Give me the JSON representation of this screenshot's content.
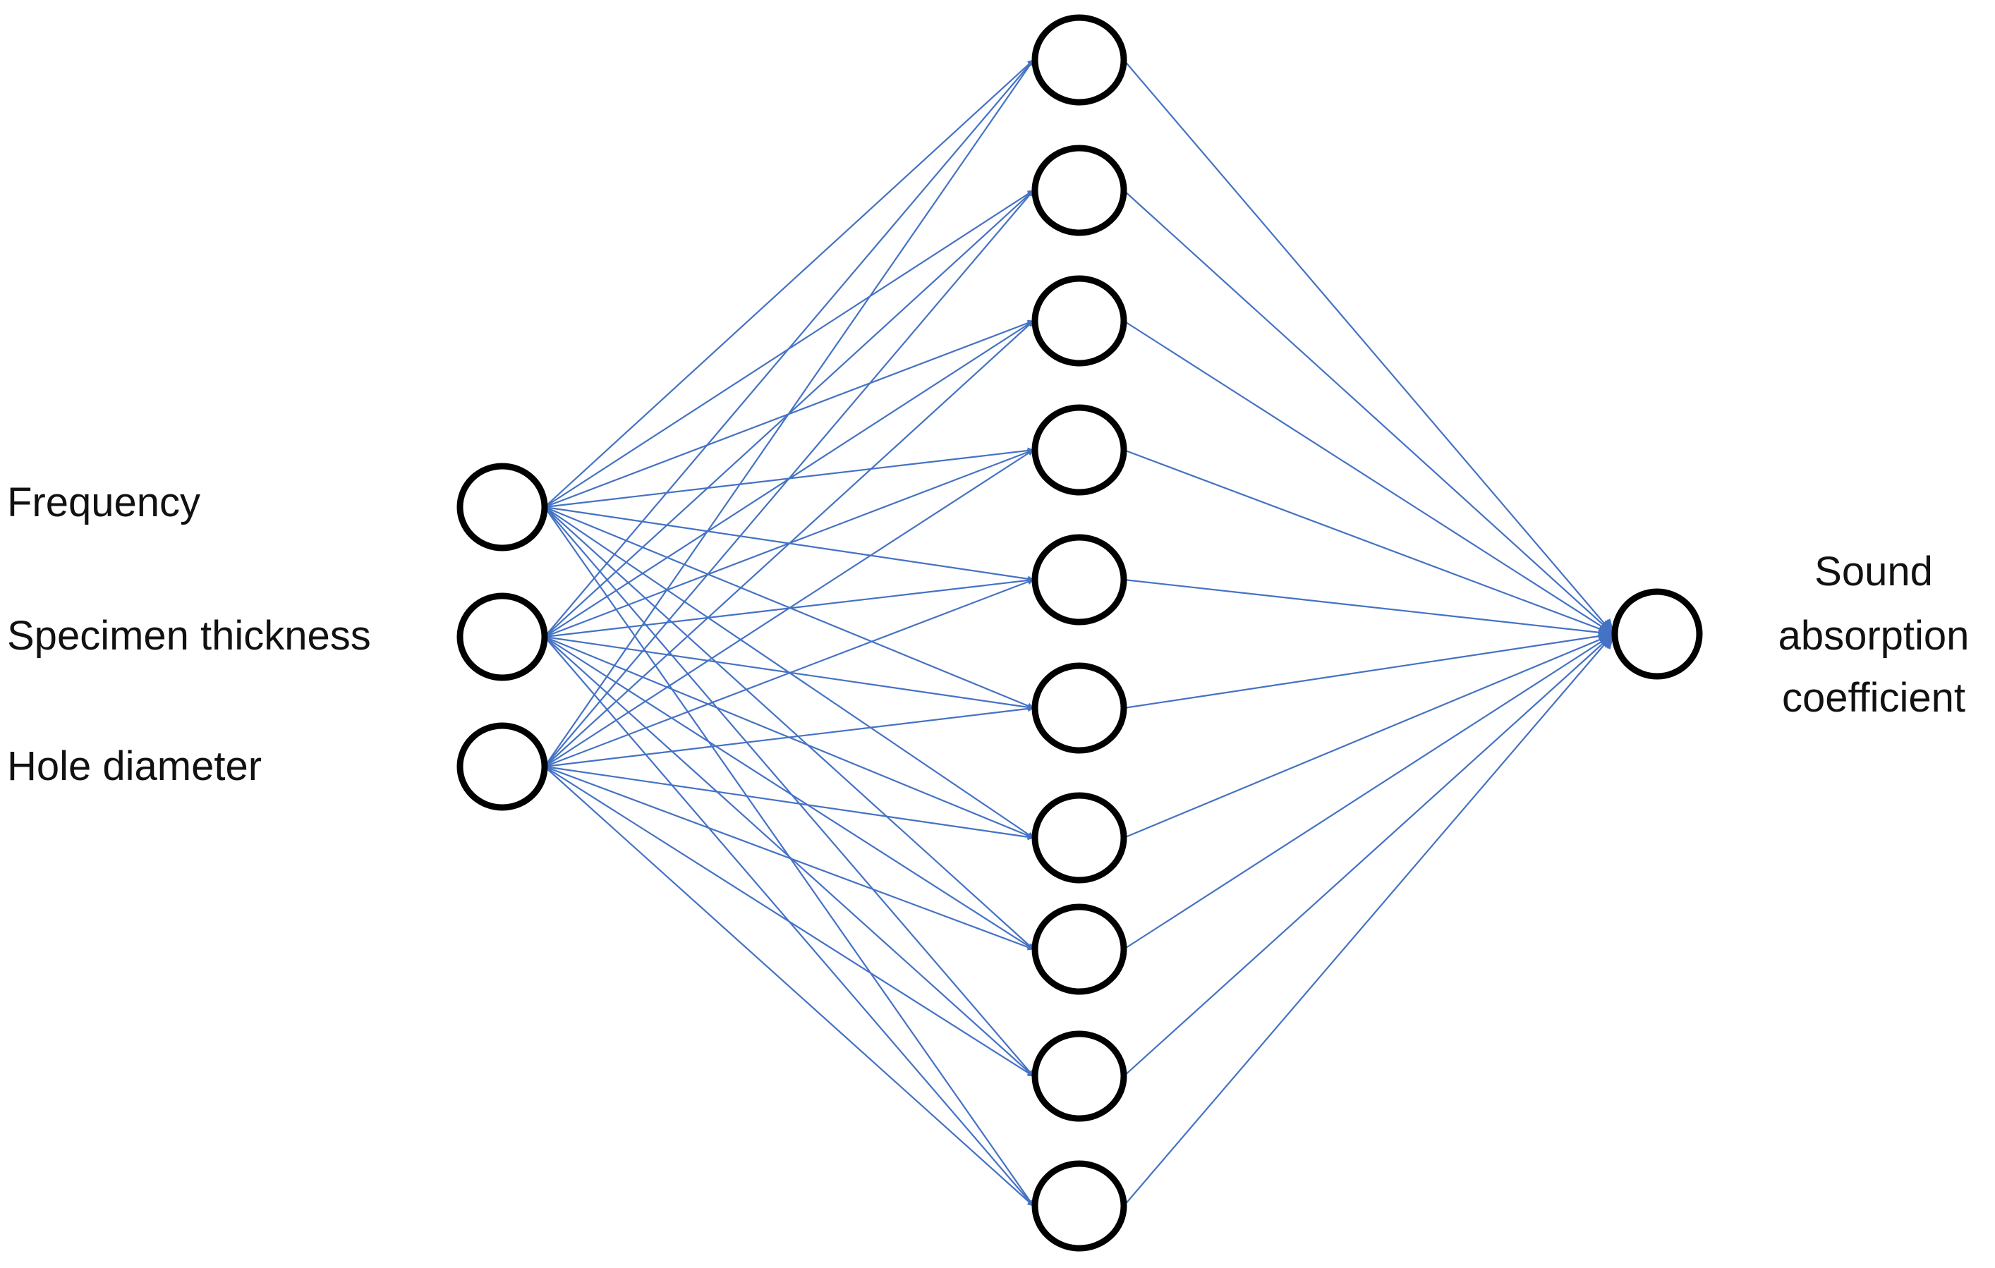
{
  "diagram": {
    "type": "feed-forward neural network",
    "input_labels": [
      "Frequency",
      "Specimen thickness",
      "Hole diameter"
    ],
    "hidden_node_count": 10,
    "output_label_lines": [
      "Sound",
      "absorption",
      "coefficient"
    ],
    "colors": {
      "edge": "#4472c4",
      "node_stroke": "#000000",
      "node_fill": "#ffffff",
      "text": "#111111",
      "background": "#ffffff"
    }
  }
}
